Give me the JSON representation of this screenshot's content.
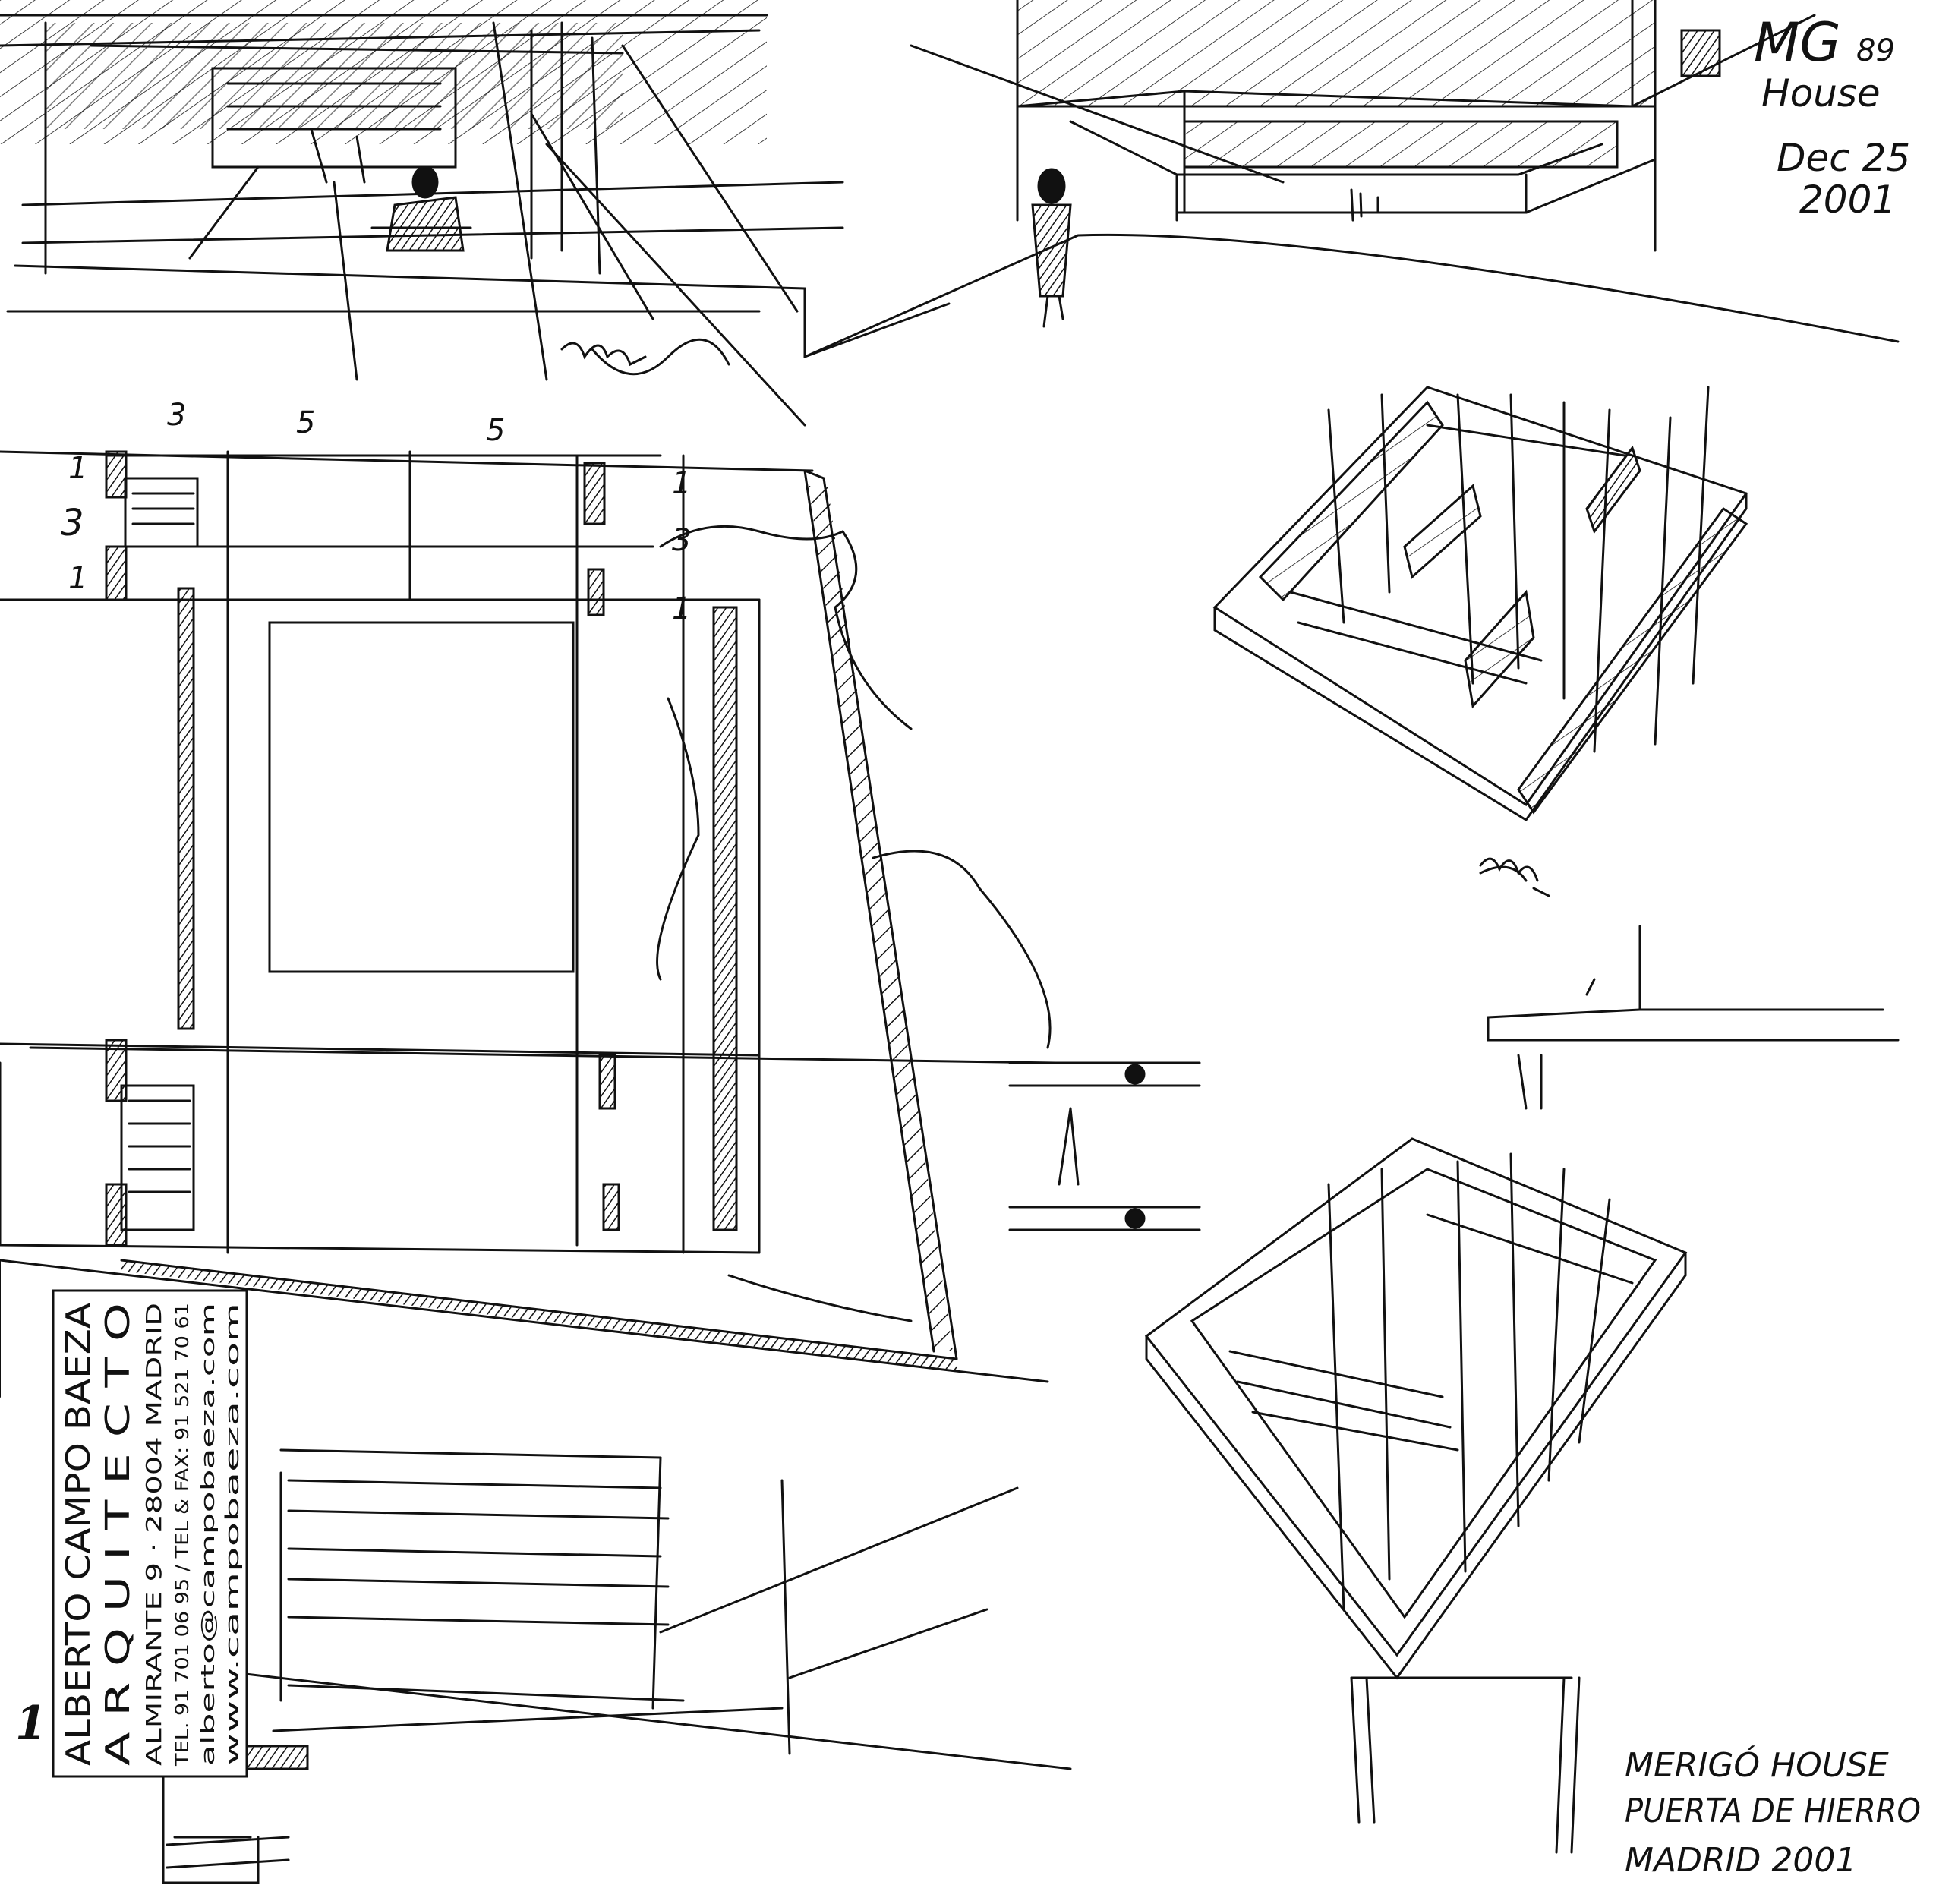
{
  "stamp": {
    "name": "ALBERTO CAMPO BAEZA",
    "role": "A R Q U I T E C T O",
    "address": "ALMIRANTE 9 · 28004 MADRID",
    "phone": "TEL. 91 701 06 95 / TEL & FAX: 91 521 70 61",
    "email": "alberto@campobaeza.com",
    "web": "www.campobaeza.com"
  },
  "caption": {
    "line1": "MERIGÓ HOUSE",
    "line2": "PUERTA DE HIERRO",
    "line3": "MADRID 2001"
  },
  "note": {
    "initials": "MG",
    "number": "89",
    "sub": "House",
    "date1": "Dec 25",
    "date2": "2001"
  },
  "plan_dims": {
    "top1": "3",
    "top2": "5",
    "top3": "5",
    "left1": "1",
    "left2": "3",
    "left3": "1",
    "right1": "1",
    "right2": "3",
    "right3": "1"
  },
  "margin_mark": "1",
  "colors": {
    "ink": "#111111",
    "paper": "#ffffff"
  }
}
